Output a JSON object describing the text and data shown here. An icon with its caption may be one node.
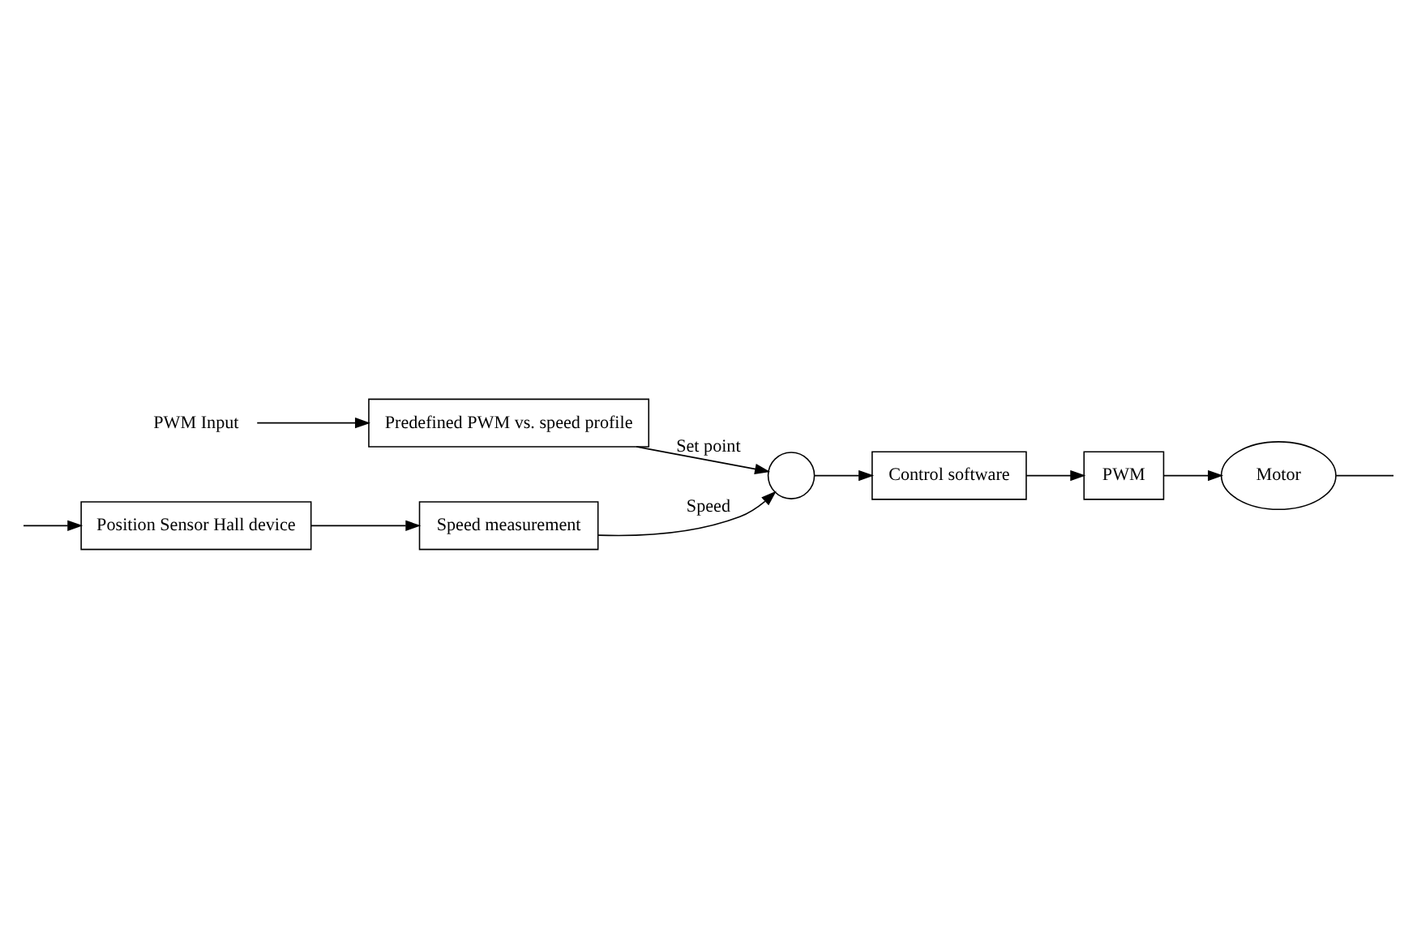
{
  "diagram": {
    "nodes": [
      {
        "text": [
          "Speed measurement"
        ]
      },
      {
        "text": [
          "Position Sensor Hall device"
        ]
      },
      {
        "text": [],
        "shape": "circle"
      },
      {
        "text": [
          "Control software"
        ]
      },
      {
        "text": [
          "PWM"
        ]
      },
      {
        "text": [
          "Motor"
        ]
      },
      {
        "text": [
          "Predefined PWM vs. speed profile"
        ]
      },
      {
        "text": [
          "PWM Input"
        ]
      }
    ],
    "edges": [
      {
        "from": 1,
        "to": 0,
        "arrow": "to"
      },
      {
        "from": 0,
        "to": 2,
        "arrow": "to",
        "label": "Speed"
      },
      {
        "from": 2,
        "to": 3,
        "arrow": "to"
      },
      {
        "from": 3,
        "to": 4,
        "arrow": "to"
      },
      {
        "from": 4,
        "to": 5,
        "arrow": "to"
      },
      {
        "from": 5,
        "to": null,
        "arrow": "none"
      },
      {
        "from": null,
        "to": 1,
        "arrow": "to"
      },
      {
        "from": 6,
        "to": 2,
        "arrow": "to",
        "label": "Set point"
      },
      {
        "from": 7,
        "to": 6,
        "arrow": "to"
      }
    ]
  }
}
